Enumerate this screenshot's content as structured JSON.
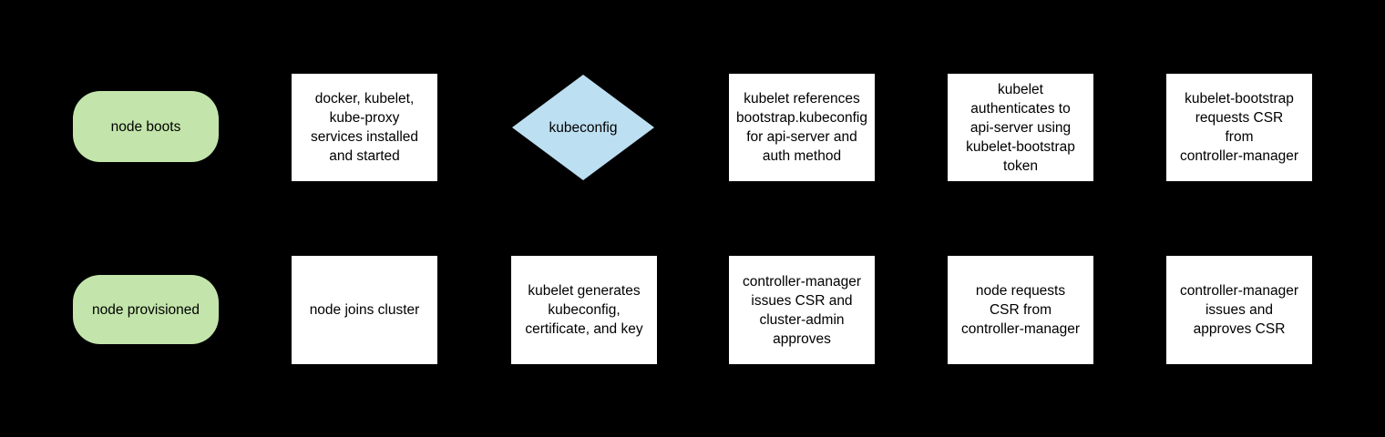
{
  "diagram": {
    "background": "#000000",
    "colors": {
      "terminal_fill": "#c3e5ab",
      "process_fill": "#ffffff",
      "decision_fill": "#bddff2",
      "text": "#000000"
    },
    "rows": [
      {
        "nodes": [
          {
            "id": "node-boots",
            "type": "terminal",
            "label": "node boots"
          },
          {
            "id": "services-installed",
            "type": "process",
            "label": "docker, kubelet,\nkube-proxy\nservices installed\nand started"
          },
          {
            "id": "kubeconfig-decision",
            "type": "decision",
            "label": "kubeconfig"
          },
          {
            "id": "kubelet-references-bootstrap",
            "type": "process",
            "label": "kubelet references\nbootstrap.kubeconfig\nfor api-server and\nauth method"
          },
          {
            "id": "kubelet-authenticates",
            "type": "process",
            "label": "kubelet\nauthenticates to\napi-server using\nkubelet-bootstrap\ntoken"
          },
          {
            "id": "kubelet-bootstrap-requests-csr",
            "type": "process",
            "label": "kubelet-bootstrap\nrequests CSR\nfrom\ncontroller-manager"
          }
        ]
      },
      {
        "nodes": [
          {
            "id": "node-provisioned",
            "type": "terminal",
            "label": "node provisioned"
          },
          {
            "id": "node-joins-cluster",
            "type": "process",
            "label": "node joins cluster"
          },
          {
            "id": "kubelet-generates",
            "type": "process",
            "label": "kubelet generates\nkubeconfig,\ncertificate, and key"
          },
          {
            "id": "controller-manager-issues-csr",
            "type": "process",
            "label": "controller-manager\nissues CSR and\ncluster-admin\napproves"
          },
          {
            "id": "node-requests-csr",
            "type": "process",
            "label": "node requests\nCSR from\ncontroller-manager"
          },
          {
            "id": "controller-manager-issues-approves",
            "type": "process",
            "label": "controller-manager\nissues and\napproves CSR"
          }
        ]
      }
    ]
  }
}
